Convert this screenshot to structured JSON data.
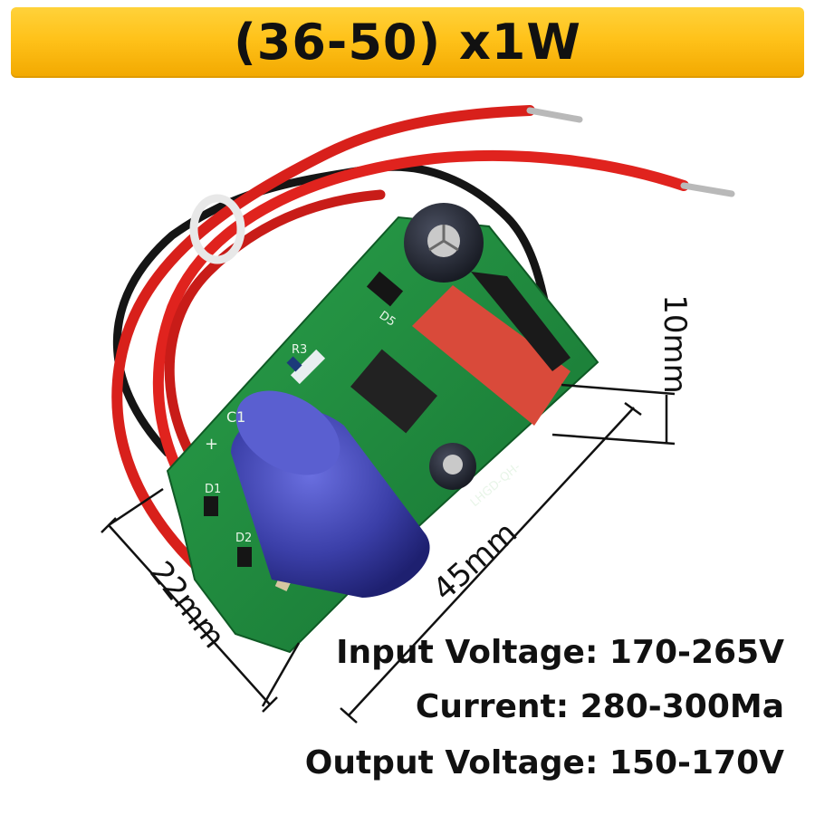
{
  "title": "(36-50) x1W",
  "dimensions": {
    "height_label": "10mm",
    "length_label": "45mm",
    "width_label": "22mm"
  },
  "specs": {
    "input_voltage": "Input Voltage: 170-265V",
    "current": "Current: 280-300Ma",
    "output_voltage": "Output Voltage: 150-170V"
  },
  "board_markings": {
    "c1": "C1",
    "r3": "R3",
    "d5": "D5",
    "d1": "D1",
    "d2": "D2",
    "plus": "+",
    "model": "LHGD-QH-"
  },
  "colors": {
    "banner": "#ffc21a",
    "pcb": "#1f8a3c",
    "wire": "#e0231e",
    "capacitor": "#3b3fa8"
  }
}
